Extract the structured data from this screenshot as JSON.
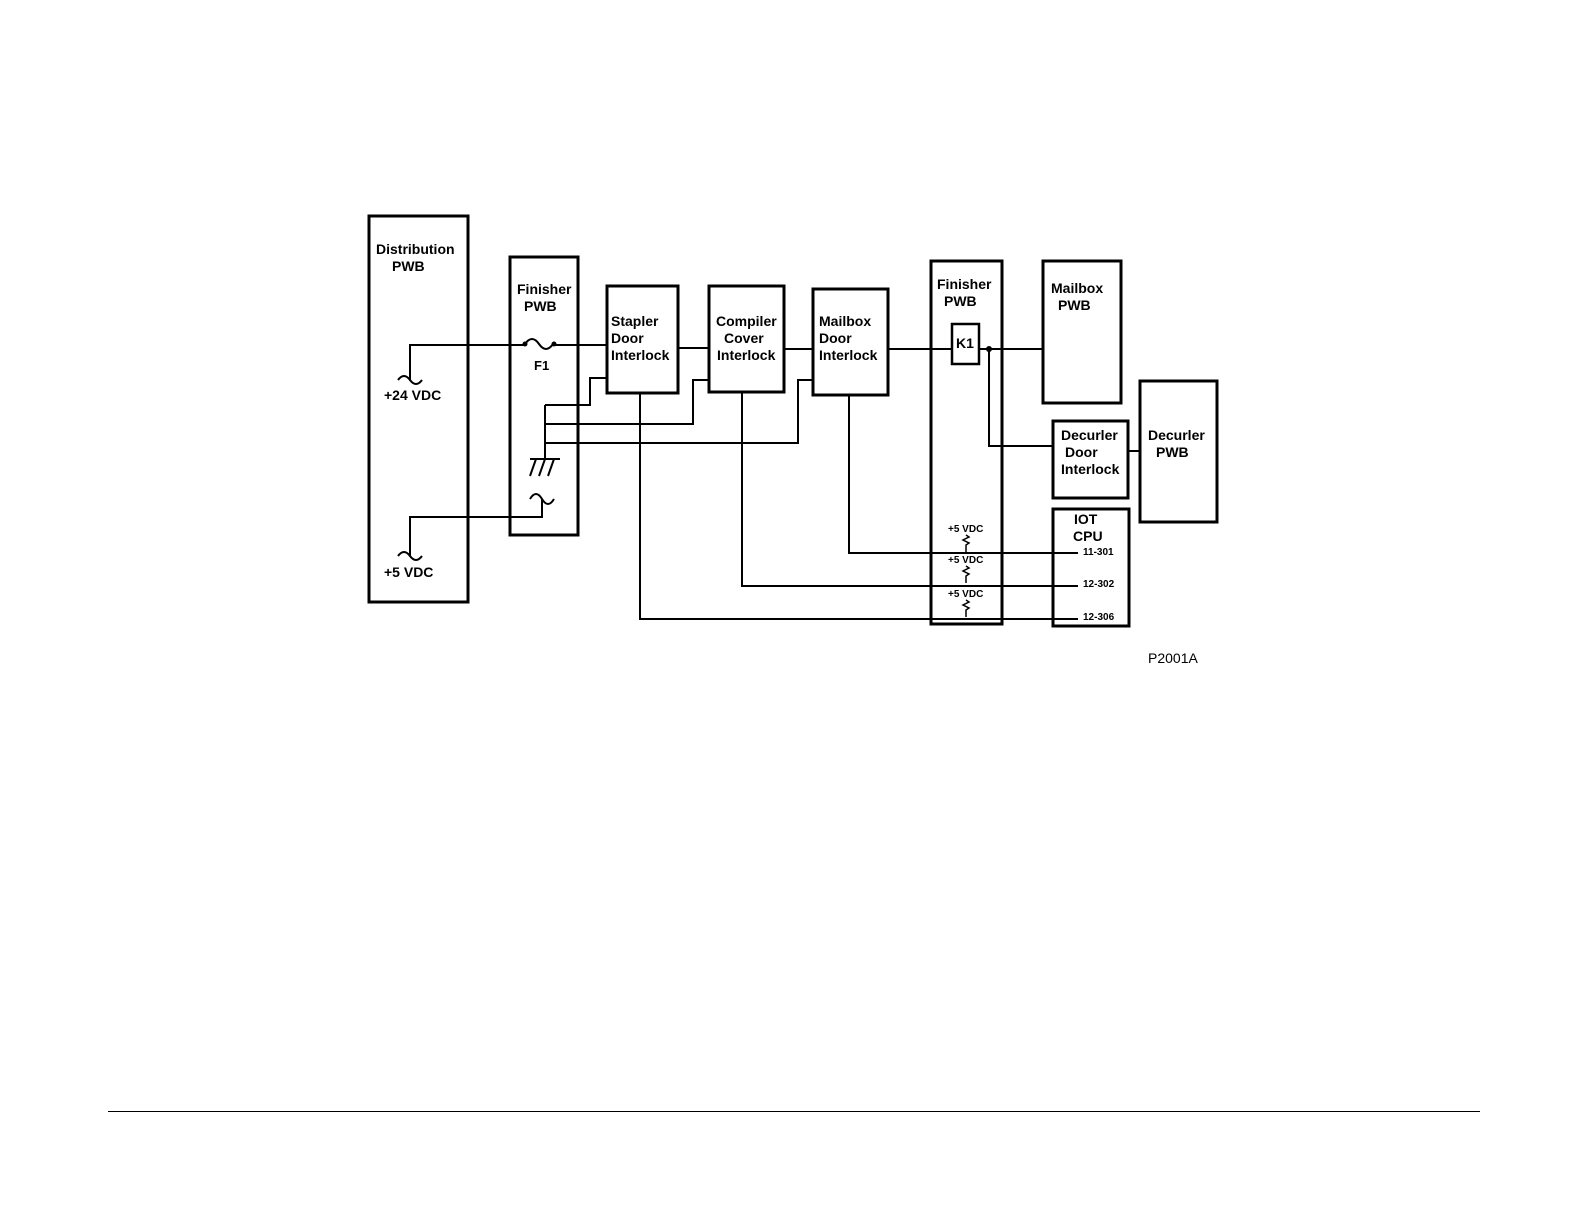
{
  "diagram": {
    "blocks": {
      "distribution_pwb": [
        "Distribution",
        "PWB"
      ],
      "finisher_pwb_left": [
        "Finisher",
        "PWB"
      ],
      "stapler_door_interlock": [
        "Stapler",
        "Door",
        "Interlock"
      ],
      "compiler_cover_interlock": [
        "Compiler",
        "Cover",
        "Interlock"
      ],
      "mailbox_door_interlock": [
        "Mailbox",
        "Door",
        "Interlock"
      ],
      "finisher_pwb_right": [
        "Finisher",
        "PWB"
      ],
      "mailbox_pwb": [
        "Mailbox",
        "PWB"
      ],
      "decurler_door_interlock": [
        "Decurler",
        "Door",
        "Interlock"
      ],
      "decurler_pwb": [
        "Decurler",
        "PWB"
      ],
      "iot_cpu": [
        "IOT",
        "CPU"
      ]
    },
    "labels": {
      "v24": "+24 VDC",
      "v5": "+5 VDC",
      "fuse": "F1",
      "relay": "K1",
      "pullup": "+5 VDC",
      "pins": [
        "11-301",
        "12-302",
        "12-306"
      ]
    },
    "figure_id": "P2001A"
  }
}
